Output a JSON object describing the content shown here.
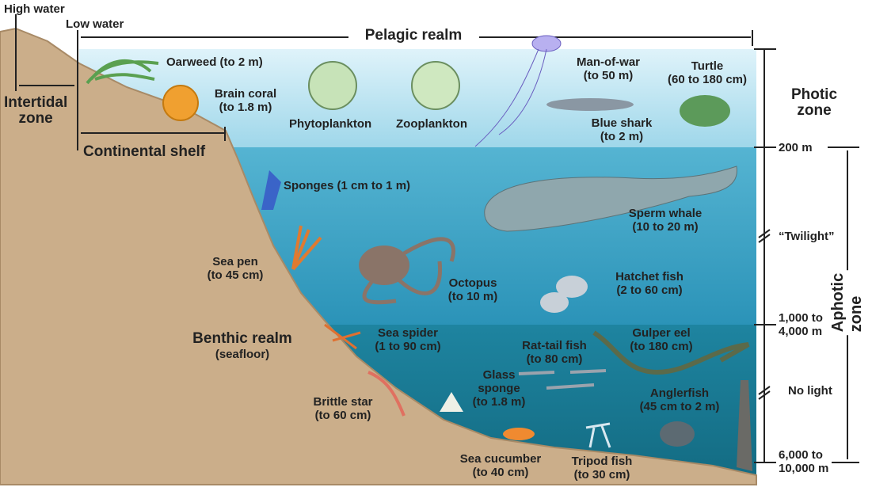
{
  "realms": {
    "high_water": "High water",
    "low_water": "Low water",
    "pelagic": "Pelagic realm",
    "intertidal": [
      "Intertidal",
      "zone"
    ],
    "continental_shelf": "Continental shelf",
    "benthic": [
      "Benthic realm",
      "(seafloor)"
    ]
  },
  "zones": {
    "photic": [
      "Photic",
      "zone"
    ],
    "aphotic": "Aphotic zone",
    "twilight": "“Twilight”",
    "no_light": "No light",
    "depth_200": "200 m",
    "depth_1000": [
      "1,000 to",
      "4,000 m"
    ],
    "depth_6000": [
      "6,000 to",
      "10,000 m"
    ]
  },
  "organisms": {
    "oarweed": [
      "Oarweed (to 2 m)"
    ],
    "brain_coral": [
      "Brain coral",
      "(to 1.8 m)"
    ],
    "phytoplankton": [
      "Phytoplankton"
    ],
    "zooplankton": [
      "Zooplankton"
    ],
    "man_of_war": [
      "Man-of-war",
      "(to 50 m)"
    ],
    "turtle": [
      "Turtle",
      "(60 to 180 cm)"
    ],
    "blue_shark": [
      "Blue shark",
      "(to 2 m)"
    ],
    "sponges": [
      "Sponges (1 cm to 1 m)"
    ],
    "sperm_whale": [
      "Sperm whale",
      "(10 to 20 m)"
    ],
    "sea_pen": [
      "Sea pen",
      "(to 45 cm)"
    ],
    "octopus": [
      "Octopus",
      "(to 10 m)"
    ],
    "hatchet_fish": [
      "Hatchet fish",
      "(2 to 60 cm)"
    ],
    "sea_spider": [
      "Sea spider",
      "(1 to 90 cm)"
    ],
    "gulper_eel": [
      "Gulper eel",
      "(to 180 cm)"
    ],
    "rat_tail_fish": [
      "Rat-tail fish",
      "(to 80 cm)"
    ],
    "glass_sponge": [
      "Glass",
      "sponge",
      "(to 1.8 m)"
    ],
    "brittle_star": [
      "Brittle star",
      "(to 60 cm)"
    ],
    "anglerfish": [
      "Anglerfish",
      "(45 cm to 2 m)"
    ],
    "sea_cucumber": [
      "Sea cucumber",
      "(to 40 cm)"
    ],
    "tripod_fish": [
      "Tripod fish",
      "(to 30 cm)"
    ]
  },
  "colors": {
    "photic": "#bde6f1",
    "twilight": "#3ba4c6",
    "dark": "#1b7d96",
    "seafloor": "#cbae8a"
  }
}
